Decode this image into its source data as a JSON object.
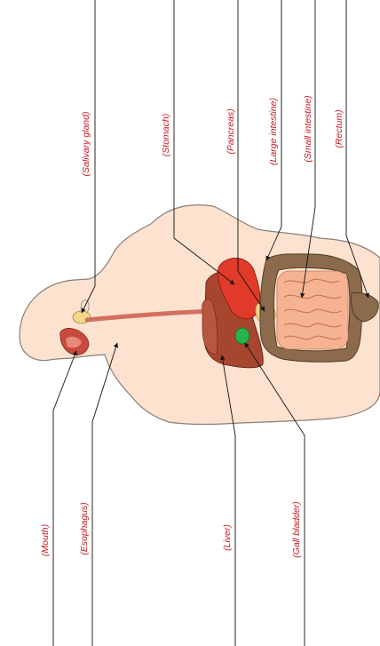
{
  "colors": {
    "label": "#c8171e",
    "skin": "#fde2d0",
    "outline": "#8a7f78",
    "stomach": "#e23a2a",
    "liver": "#a8452f",
    "gallbladder": "#29b34a",
    "large_intestine": "#8b6b4b",
    "small_intestine": "#f6b392",
    "gland": "#f2d98a",
    "esophagus": "#d27060"
  },
  "labels": {
    "salivary_gland": "(Salivary gland)",
    "stomach": "(Stomach)",
    "pancreas": "(Pancreas)",
    "large_intestine": "(Large intestine)",
    "small_intestine": "(Small intestine)",
    "rectum": "(Rectum)",
    "mouth": "(Mouth)",
    "esophagus": "(Esophagus)",
    "liver": "(Liver)",
    "gall_bladder": "(Gall bladder)"
  }
}
